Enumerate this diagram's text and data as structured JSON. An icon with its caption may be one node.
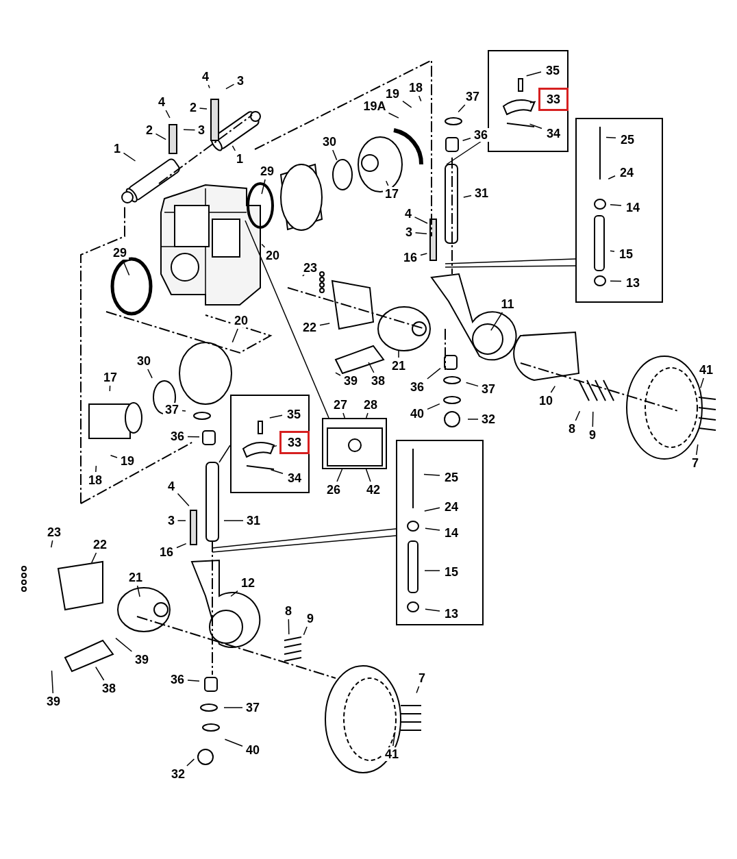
{
  "diagram": {
    "nodes": [
      {
        "text": [
          "4"
        ]
      },
      {
        "text": [
          "3"
        ]
      },
      {
        "text": [
          "2"
        ]
      },
      {
        "text": [
          "4"
        ]
      },
      {
        "text": [
          "3"
        ]
      },
      {
        "text": [
          "2"
        ]
      },
      {
        "text": [
          "1"
        ]
      },
      {
        "text": [
          "1"
        ]
      },
      {
        "text": [],
        "shape": "box"
      },
      {
        "text": [
          "35"
        ],
        "in": 8
      },
      {
        "text": [
          "33"
        ],
        "in": 8
      },
      {
        "text": [
          "34"
        ],
        "in": 8
      },
      {
        "text": [
          "19"
        ]
      },
      {
        "text": [
          "18"
        ]
      },
      {
        "text": [
          "19A"
        ]
      },
      {
        "text": [
          "37"
        ]
      },
      {
        "text": [
          "36"
        ]
      },
      {
        "text": [
          "30"
        ]
      },
      {
        "text": [
          "29"
        ]
      },
      {
        "text": [
          "17"
        ]
      },
      {
        "text": [],
        "shape": "box"
      },
      {
        "text": [
          "25"
        ],
        "in": 20
      },
      {
        "text": [
          "24"
        ],
        "in": 20
      },
      {
        "text": [
          "14"
        ],
        "in": 20
      },
      {
        "text": [
          "15"
        ],
        "in": 20
      },
      {
        "text": [
          "13"
        ],
        "in": 20
      },
      {
        "text": [
          "31"
        ]
      },
      {
        "text": [
          "4"
        ]
      },
      {
        "text": [
          "3"
        ]
      },
      {
        "text": [
          "16"
        ]
      },
      {
        "text": [
          "20"
        ]
      },
      {
        "text": [
          "29"
        ]
      },
      {
        "text": [
          "23"
        ]
      },
      {
        "text": [
          "11"
        ]
      },
      {
        "text": [
          "22"
        ]
      },
      {
        "text": [
          "20"
        ]
      },
      {
        "text": [
          "30"
        ]
      },
      {
        "text": [
          "17"
        ]
      },
      {
        "text": [
          "21"
        ]
      },
      {
        "text": [
          "39"
        ]
      },
      {
        "text": [
          "38"
        ]
      },
      {
        "text": [
          "36"
        ]
      },
      {
        "text": [
          "37"
        ]
      },
      {
        "text": [
          "10"
        ]
      },
      {
        "text": [
          "41"
        ]
      },
      {
        "text": [
          "40"
        ]
      },
      {
        "text": [
          "32"
        ]
      },
      {
        "text": [
          "8"
        ]
      },
      {
        "text": [
          "9"
        ]
      },
      {
        "text": [
          "7"
        ]
      },
      {
        "text": [],
        "shape": "box"
      },
      {
        "text": [
          "35"
        ],
        "in": 50
      },
      {
        "text": [
          "33"
        ],
        "in": 50
      },
      {
        "text": [
          "34"
        ],
        "in": 50
      },
      {
        "text": [],
        "shape": "box"
      },
      {
        "text": [
          "27"
        ]
      },
      {
        "text": [
          "28"
        ]
      },
      {
        "text": [
          "26"
        ]
      },
      {
        "text": [
          "42"
        ]
      },
      {
        "text": [
          "37"
        ]
      },
      {
        "text": [
          "36"
        ]
      },
      {
        "text": [
          "19"
        ]
      },
      {
        "text": [
          "18"
        ]
      },
      {
        "text": [],
        "shape": "box"
      },
      {
        "text": [
          "25"
        ],
        "in": 63
      },
      {
        "text": [
          "24"
        ],
        "in": 63
      },
      {
        "text": [
          "14"
        ],
        "in": 63
      },
      {
        "text": [
          "15"
        ],
        "in": 63
      },
      {
        "text": [
          "13"
        ],
        "in": 63
      },
      {
        "text": [
          "4"
        ]
      },
      {
        "text": [
          "3"
        ]
      },
      {
        "text": [
          "31"
        ]
      },
      {
        "text": [
          "16"
        ]
      },
      {
        "text": [
          "23"
        ]
      },
      {
        "text": [
          "22"
        ]
      },
      {
        "text": [
          "21"
        ]
      },
      {
        "text": [
          "12"
        ]
      },
      {
        "text": [
          "8"
        ]
      },
      {
        "text": [
          "9"
        ]
      },
      {
        "text": [
          "39"
        ]
      },
      {
        "text": [
          "7"
        ]
      },
      {
        "text": [
          "38"
        ]
      },
      {
        "text": [
          "36"
        ]
      },
      {
        "text": [
          "39"
        ]
      },
      {
        "text": [
          "37"
        ]
      },
      {
        "text": [
          "40"
        ]
      },
      {
        "text": [
          "41"
        ]
      },
      {
        "text": [
          "32"
        ]
      }
    ],
    "edges": [
      {
        "from": 0,
        "to": null,
        "arrow": "none"
      },
      {
        "from": 1,
        "to": null,
        "arrow": "none"
      },
      {
        "from": 2,
        "to": null,
        "arrow": "none"
      },
      {
        "from": 3,
        "to": null,
        "arrow": "none"
      },
      {
        "from": 4,
        "to": null,
        "arrow": "none"
      },
      {
        "from": 5,
        "to": null,
        "arrow": "none"
      },
      {
        "from": 6,
        "to": null,
        "arrow": "none"
      },
      {
        "from": 7,
        "to": null,
        "arrow": "none"
      },
      {
        "from": 8,
        "to": null,
        "arrow": "none"
      },
      {
        "from": 9,
        "to": null,
        "arrow": "none"
      },
      {
        "from": 10,
        "to": null,
        "arrow": "none"
      },
      {
        "from": 11,
        "to": null,
        "arrow": "none"
      },
      {
        "from": 12,
        "to": null,
        "arrow": "none"
      },
      {
        "from": 13,
        "to": null,
        "arrow": "none"
      },
      {
        "from": 14,
        "to": null,
        "arrow": "none"
      },
      {
        "from": 15,
        "to": null,
        "arrow": "none"
      },
      {
        "from": 16,
        "to": null,
        "arrow": "none"
      },
      {
        "from": 17,
        "to": null,
        "arrow": "none"
      },
      {
        "from": 18,
        "to": null,
        "arrow": "none"
      },
      {
        "from": 19,
        "to": null,
        "arrow": "none"
      },
      {
        "from": 20,
        "to": null,
        "arrow": "none"
      },
      {
        "from": 20,
        "to": null,
        "arrow": "none"
      },
      {
        "from": 21,
        "to": null,
        "arrow": "none"
      },
      {
        "from": 22,
        "to": null,
        "arrow": "none"
      },
      {
        "from": 23,
        "to": null,
        "arrow": "none"
      },
      {
        "from": 24,
        "to": null,
        "arrow": "none"
      },
      {
        "from": 25,
        "to": null,
        "arrow": "none"
      },
      {
        "from": 26,
        "to": null,
        "arrow": "none"
      },
      {
        "from": 27,
        "to": null,
        "arrow": "none"
      },
      {
        "from": 28,
        "to": null,
        "arrow": "none"
      },
      {
        "from": 29,
        "to": null,
        "arrow": "none"
      },
      {
        "from": 30,
        "to": null,
        "arrow": "none"
      },
      {
        "from": 31,
        "to": null,
        "arrow": "none"
      },
      {
        "from": 32,
        "to": null,
        "arrow": "none"
      },
      {
        "from": 33,
        "to": null,
        "arrow": "none"
      },
      {
        "from": 34,
        "to": null,
        "arrow": "none"
      },
      {
        "from": 35,
        "to": null,
        "arrow": "none"
      },
      {
        "from": 36,
        "to": null,
        "arrow": "none"
      },
      {
        "from": 37,
        "to": null,
        "arrow": "none"
      },
      {
        "from": 38,
        "to": null,
        "arrow": "none"
      },
      {
        "from": 39,
        "to": null,
        "arrow": "none"
      },
      {
        "from": 40,
        "to": null,
        "arrow": "none"
      },
      {
        "from": 41,
        "to": null,
        "arrow": "none"
      },
      {
        "from": 42,
        "to": null,
        "arrow": "none"
      },
      {
        "from": 43,
        "to": null,
        "arrow": "none"
      },
      {
        "from": 44,
        "to": null,
        "arrow": "none"
      },
      {
        "from": 45,
        "to": null,
        "arrow": "none"
      },
      {
        "from": 46,
        "to": null,
        "arrow": "none"
      },
      {
        "from": 47,
        "to": null,
        "arrow": "none"
      },
      {
        "from": 48,
        "to": null,
        "arrow": "none"
      },
      {
        "from": 49,
        "to": null,
        "arrow": "none"
      },
      {
        "from": 50,
        "to": null,
        "arrow": "none"
      },
      {
        "from": 51,
        "to": null,
        "arrow": "none"
      },
      {
        "from": 52,
        "to": null,
        "arrow": "none"
      },
      {
        "from": 53,
        "to": null,
        "arrow": "none"
      },
      {
        "from": 54,
        "to": null,
        "arrow": "none"
      },
      {
        "from": 55,
        "to": 54,
        "arrow": "none"
      },
      {
        "from": 56,
        "to": 54,
        "arrow": "none"
      },
      {
        "from": 57,
        "to": 54,
        "arrow": "none"
      },
      {
        "from": 58,
        "to": 54,
        "arrow": "none"
      },
      {
        "from": 59,
        "to": null,
        "arrow": "none"
      },
      {
        "from": 60,
        "to": null,
        "arrow": "none"
      },
      {
        "from": 61,
        "to": null,
        "arrow": "none"
      },
      {
        "from": 62,
        "to": null,
        "arrow": "none"
      },
      {
        "from": 63,
        "to": null,
        "arrow": "none"
      },
      {
        "from": 63,
        "to": null,
        "arrow": "none"
      },
      {
        "from": 64,
        "to": null,
        "arrow": "none"
      },
      {
        "from": 65,
        "to": null,
        "arrow": "none"
      },
      {
        "from": 66,
        "to": null,
        "arrow": "none"
      },
      {
        "from": 67,
        "to": null,
        "arrow": "none"
      },
      {
        "from": 68,
        "to": null,
        "arrow": "none"
      },
      {
        "from": 69,
        "to": null,
        "arrow": "none"
      },
      {
        "from": 70,
        "to": null,
        "arrow": "none"
      },
      {
        "from": 71,
        "to": null,
        "arrow": "none"
      },
      {
        "from": 72,
        "to": null,
        "arrow": "none"
      },
      {
        "from": 73,
        "to": null,
        "arrow": "none"
      },
      {
        "from": 74,
        "to": null,
        "arrow": "none"
      },
      {
        "from": 75,
        "to": null,
        "arrow": "none"
      },
      {
        "from": 76,
        "to": null,
        "arrow": "none"
      },
      {
        "from": 77,
        "to": null,
        "arrow": "none"
      },
      {
        "from": 78,
        "to": null,
        "arrow": "none"
      },
      {
        "from": 79,
        "to": null,
        "arrow": "none"
      },
      {
        "from": 80,
        "to": null,
        "arrow": "none"
      },
      {
        "from": 81,
        "to": null,
        "arrow": "none"
      },
      {
        "from": 82,
        "to": null,
        "arrow": "none"
      },
      {
        "from": 83,
        "to": null,
        "arrow": "none"
      },
      {
        "from": 84,
        "to": null,
        "arrow": "none"
      },
      {
        "from": 85,
        "to": null,
        "arrow": "none"
      },
      {
        "from": 86,
        "to": null,
        "arrow": "none"
      },
      {
        "from": 87,
        "to": null,
        "arrow": "none"
      }
    ]
  }
}
